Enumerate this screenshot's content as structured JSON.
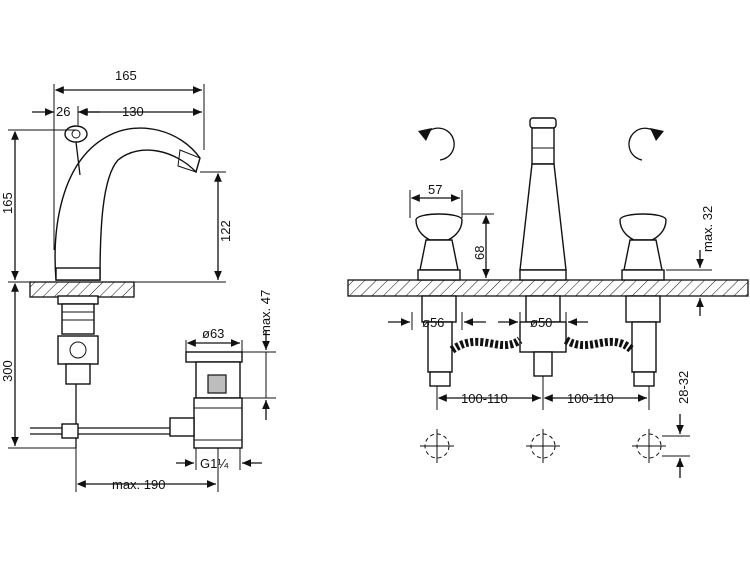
{
  "left": {
    "dims": {
      "d165w": "165",
      "d26": "26",
      "d130": "130",
      "d165h": "165",
      "d122": "122",
      "d300": "300",
      "d47": "max. 47",
      "d63": "ø63",
      "dG": "G1¼",
      "d190": "max. 190"
    }
  },
  "right": {
    "dims": {
      "d57": "57",
      "d68": "68",
      "d32": "max. 32",
      "d56": "ø56",
      "d50": "ø50",
      "d100a": "100-110",
      "d100b": "100-110",
      "d2832": "28-32"
    }
  }
}
